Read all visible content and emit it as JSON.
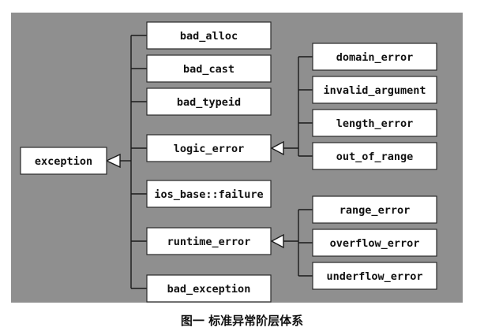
{
  "diagram": {
    "root": "exception",
    "children": [
      "bad_alloc",
      "bad_cast",
      "bad_typeid",
      "logic_error",
      "ios_base::failure",
      "runtime_error",
      "bad_exception"
    ],
    "logic_error_children": [
      "domain_error",
      "invalid_argument",
      "length_error",
      "out_of_range"
    ],
    "runtime_error_children": [
      "range_error",
      "overflow_error",
      "underflow_error"
    ]
  },
  "caption": "图一  标准异常阶层体系"
}
